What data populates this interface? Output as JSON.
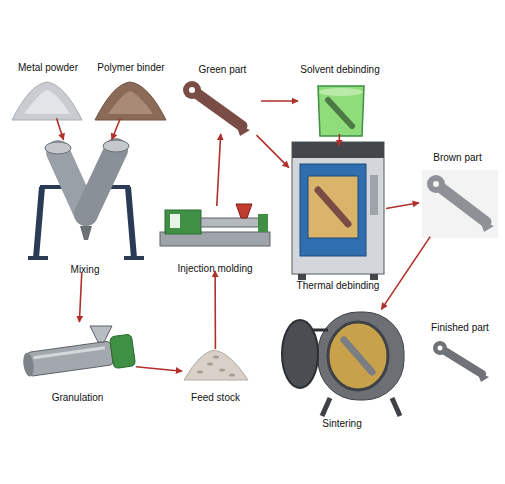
{
  "diagram": {
    "nodes": [
      {
        "text": [
          "Metal powder"
        ]
      },
      {
        "text": [
          "Polymer binder"
        ]
      },
      {
        "text": [
          "Mixing"
        ]
      },
      {
        "text": [
          "Granulation"
        ]
      },
      {
        "text": [
          "Feed stock"
        ]
      },
      {
        "text": [
          "Injection molding"
        ]
      },
      {
        "text": [
          "Green part"
        ]
      },
      {
        "text": [
          "Solvent debinding"
        ]
      },
      {
        "text": [
          "Thermal debinding"
        ]
      },
      {
        "text": [
          "Brown part"
        ]
      },
      {
        "text": [
          "Sintering"
        ]
      },
      {
        "text": [
          "Finished part"
        ]
      }
    ],
    "edges": [
      {
        "from": 0,
        "to": 2,
        "arrow": "to"
      },
      {
        "from": 1,
        "to": 2,
        "arrow": "to"
      },
      {
        "from": 2,
        "to": 3,
        "arrow": "to"
      },
      {
        "from": 3,
        "to": 4,
        "arrow": "to"
      },
      {
        "from": 4,
        "to": 5,
        "arrow": "to"
      },
      {
        "from": 5,
        "to": 6,
        "arrow": "to"
      },
      {
        "from": 6,
        "to": 7,
        "arrow": "to"
      },
      {
        "from": 6,
        "to": 8,
        "arrow": "to"
      },
      {
        "from": 7,
        "to": 8,
        "arrow": "to"
      },
      {
        "from": 8,
        "to": 9,
        "arrow": "to"
      },
      {
        "from": 9,
        "to": 10,
        "arrow": "to"
      }
    ]
  }
}
